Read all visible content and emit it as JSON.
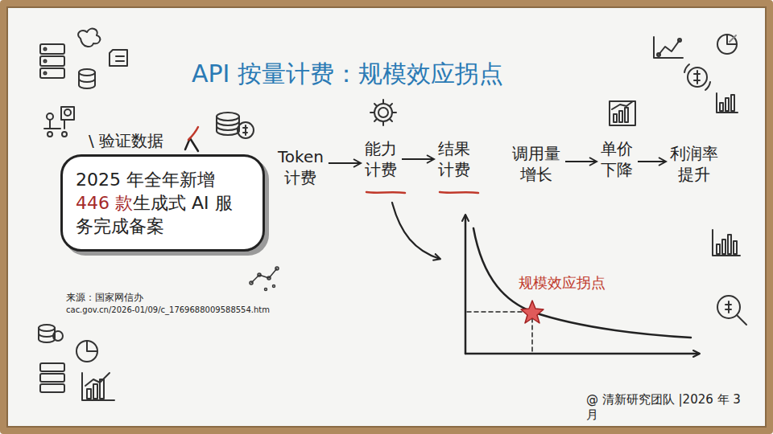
{
  "diagram": {
    "title": "API 按量计费：规模效应拐点",
    "nodes": [
      {
        "text": [
          "\\ 验证数据",
          "2025 年全年新增",
          "446 款",
          "生成式 AI 服务完成备案"
        ]
      },
      {
        "text": [
          "Token 计费"
        ]
      },
      {
        "text": [
          "能力 计费"
        ]
      },
      {
        "text": [
          "结果 计费"
        ]
      },
      {
        "text": [
          "调用量 增长"
        ]
      },
      {
        "text": [
          "单价 下降"
        ]
      },
      {
        "text": [
          "利润率 提升"
        ]
      }
    ],
    "edges": [
      {
        "from": 1,
        "to": 2,
        "arrow": "to"
      },
      {
        "from": 2,
        "to": 3,
        "arrow": "to"
      },
      {
        "from": 4,
        "to": 5,
        "arrow": "to"
      },
      {
        "from": 5,
        "to": 6,
        "arrow": "to"
      }
    ],
    "labels": [
      "规模效应拐点",
      "来源：国家网信办",
      "cac.gov.cn/2026-01/09/c_1769688009588554.htm",
      "@ 清新研究团队 |2026 年 3 月"
    ]
  }
}
